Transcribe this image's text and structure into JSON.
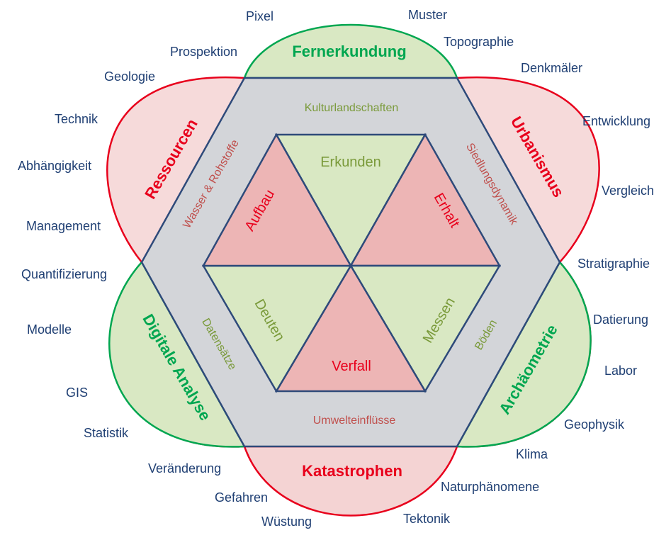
{
  "colors": {
    "green": "#00a650",
    "red": "#e8001c",
    "green_fill": "#d9e8c3",
    "red_fill": "#edb5b5",
    "ring_fill": "#d3d5d9",
    "olive_text": "#7a9a3a",
    "rose_text": "#c0504d",
    "keyword_text": "#1f3f73",
    "outline": "#2e4a7a"
  },
  "petals": {
    "top": "Fernerkundung",
    "right_top": "Urbanismus",
    "right_bottom": "Archäometrie",
    "bottom": "Katastrophen",
    "left_bottom": "Digitale Analyse",
    "left_top": "Ressourcen"
  },
  "ring": {
    "top": "Kulturlandschaften",
    "right_top": "Siedlungsdynamik",
    "right_bottom": "Böden",
    "bottom": "Umwelteinflüsse",
    "left_bottom": "Datensätze",
    "left_top": "Wasser & Rohstoffe"
  },
  "triangles": {
    "top": "Erkunden",
    "upper_right": "Erhalt",
    "lower_right": "Messen",
    "bottom": "Verfall",
    "lower_left": "Deuten",
    "upper_left": "Aufbau"
  },
  "keywords": [
    "Pixel",
    "Muster",
    "Prospektion",
    "Topographie",
    "Geologie",
    "Denkmäler",
    "Technik",
    "Entwicklung",
    "Abhängigkeit",
    "Vergleich",
    "Management",
    "Stratigraphie",
    "Quantifizierung",
    "Datierung",
    "Modelle",
    "Labor",
    "GIS",
    "Geophysik",
    "Statistik",
    "Klima",
    "Veränderung",
    "Naturphänomene",
    "Gefahren",
    "Tektonik",
    "Wüstung"
  ]
}
